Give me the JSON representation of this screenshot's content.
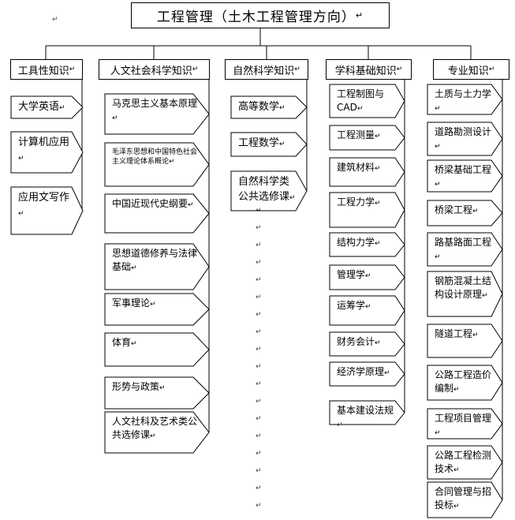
{
  "root": {
    "title": "工程管理（土木工程管理方向）",
    "mark": "↵"
  },
  "mark": "↵",
  "categories": [
    {
      "label": "工具性知识",
      "items": [
        "大学英语",
        "计算机应用",
        "应用文写作"
      ]
    },
    {
      "label": "人文社会科学知识",
      "items": [
        "马克思主义基本原理",
        "毛泽东思想和中国特色社会主义理论体系概论",
        "中国近现代史纲要",
        "思想道德修养与法律基础",
        "军事理论",
        "体育",
        "形势与政策",
        "人文社科及艺术类公共选修课"
      ]
    },
    {
      "label": "自然科学知识",
      "items": [
        "高等数学",
        "工程数学",
        "自然科学类公共选修课"
      ]
    },
    {
      "label": "学科基础知识",
      "items": [
        "工程制图与CAD",
        "工程测量",
        "建筑材料",
        "工程力学",
        "结构力学",
        "管理学",
        "运筹学",
        "财务会计",
        "经济学原理",
        "基本建设法规"
      ]
    },
    {
      "label": "专业知识",
      "items": [
        "土质与土力学",
        "道路勘测设计",
        "桥梁基础工程",
        "桥梁工程",
        "路基路面工程",
        "钢筋混凝土结构设计原理",
        "隧道工程",
        "公路工程造价编制",
        "工程项目管理",
        "公路工程检测技术",
        "合同管理与招投标"
      ]
    }
  ]
}
